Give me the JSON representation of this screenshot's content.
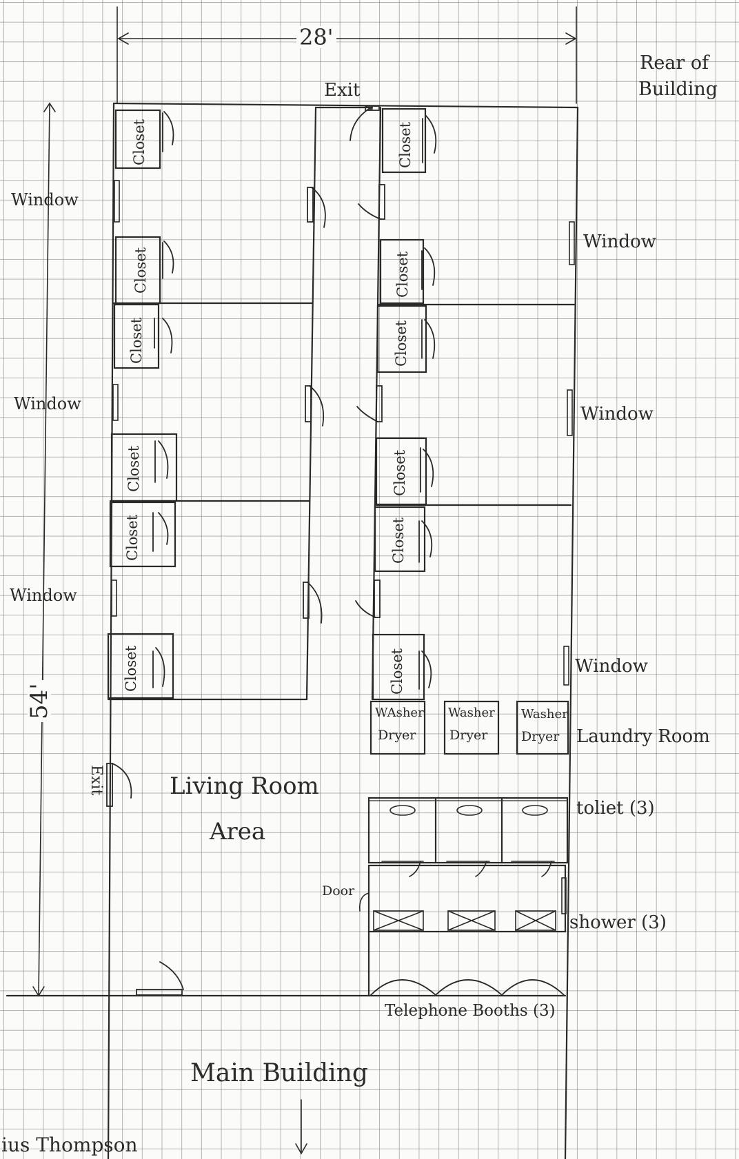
{
  "plan": {
    "width_dimension": "28'",
    "length_dimension": "54'",
    "rear_label_line1": "Rear of",
    "rear_label_line2": "Building",
    "exit_top": "Exit",
    "exit_left": "Exit",
    "window_label": "Window",
    "closet_label": "Closet",
    "living_room_line1": "Living Room",
    "living_room_line2": "Area",
    "washer_label_1": "WAsher",
    "washer_label": "Washer",
    "dryer_label": "Dryer",
    "laundry_room": "Laundry Room",
    "toilet": "toliet (3)",
    "door": "Door",
    "shower": "shower (3)",
    "telephone_booths": "Telephone Booths (3)",
    "main_building": "Main Building",
    "signature": "ius Thompson"
  }
}
